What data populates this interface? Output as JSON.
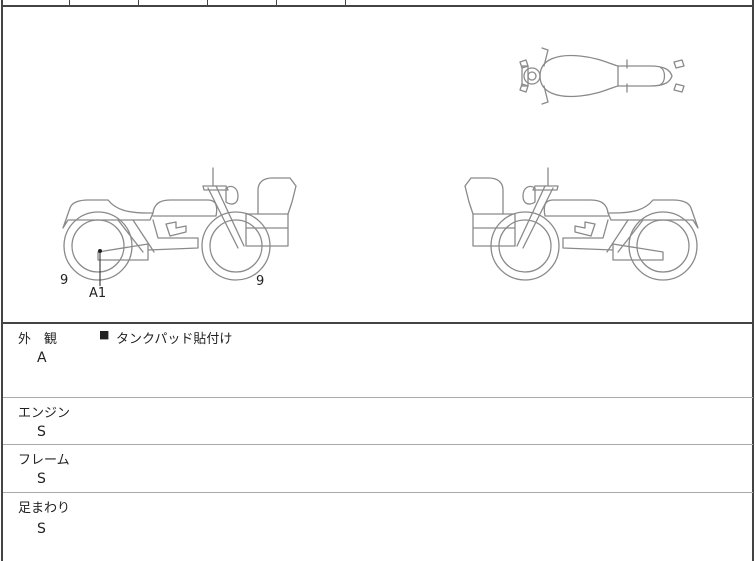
{
  "diagram": {
    "views": [
      "left-side",
      "top",
      "right-side"
    ],
    "markers": [
      {
        "label": "9",
        "position": "rear-wheel-left"
      },
      {
        "label": "A1",
        "position": "exhaust-muffler"
      },
      {
        "label": "9",
        "position": "front-wheel"
      }
    ]
  },
  "sections": [
    {
      "title": "外　観",
      "note_icon": "■",
      "note": "タンクパッド貼付け",
      "grade": "A"
    },
    {
      "title": "エンジン",
      "grade": "S"
    },
    {
      "title": "フレーム",
      "grade": "S"
    },
    {
      "title": "足まわり",
      "grade": "S"
    }
  ]
}
